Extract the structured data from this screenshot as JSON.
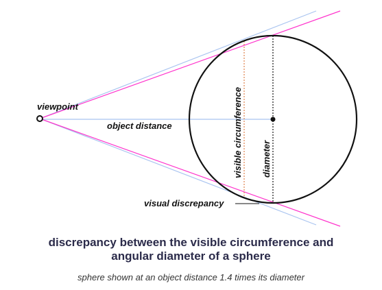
{
  "diagram": {
    "labels": {
      "viewpoint": "viewpoint",
      "object_distance": "object distance",
      "visible_circumference": "visible circumference",
      "diameter": "diameter",
      "visual_discrepancy": "visual discrepancy"
    },
    "colors": {
      "sphere": "#111111",
      "visible_tangent_lines": "#ff33cc",
      "angular_diameter_lines": "#a9c4f0",
      "visible_circumference_line": "#e0804a",
      "diameter_line": "#111111"
    }
  },
  "caption": {
    "title_line1": "discrepancy between the visible circumference and",
    "title_line2": "angular diameter of a sphere",
    "subtitle": "sphere shown at an object distance 1.4 times its diameter"
  }
}
